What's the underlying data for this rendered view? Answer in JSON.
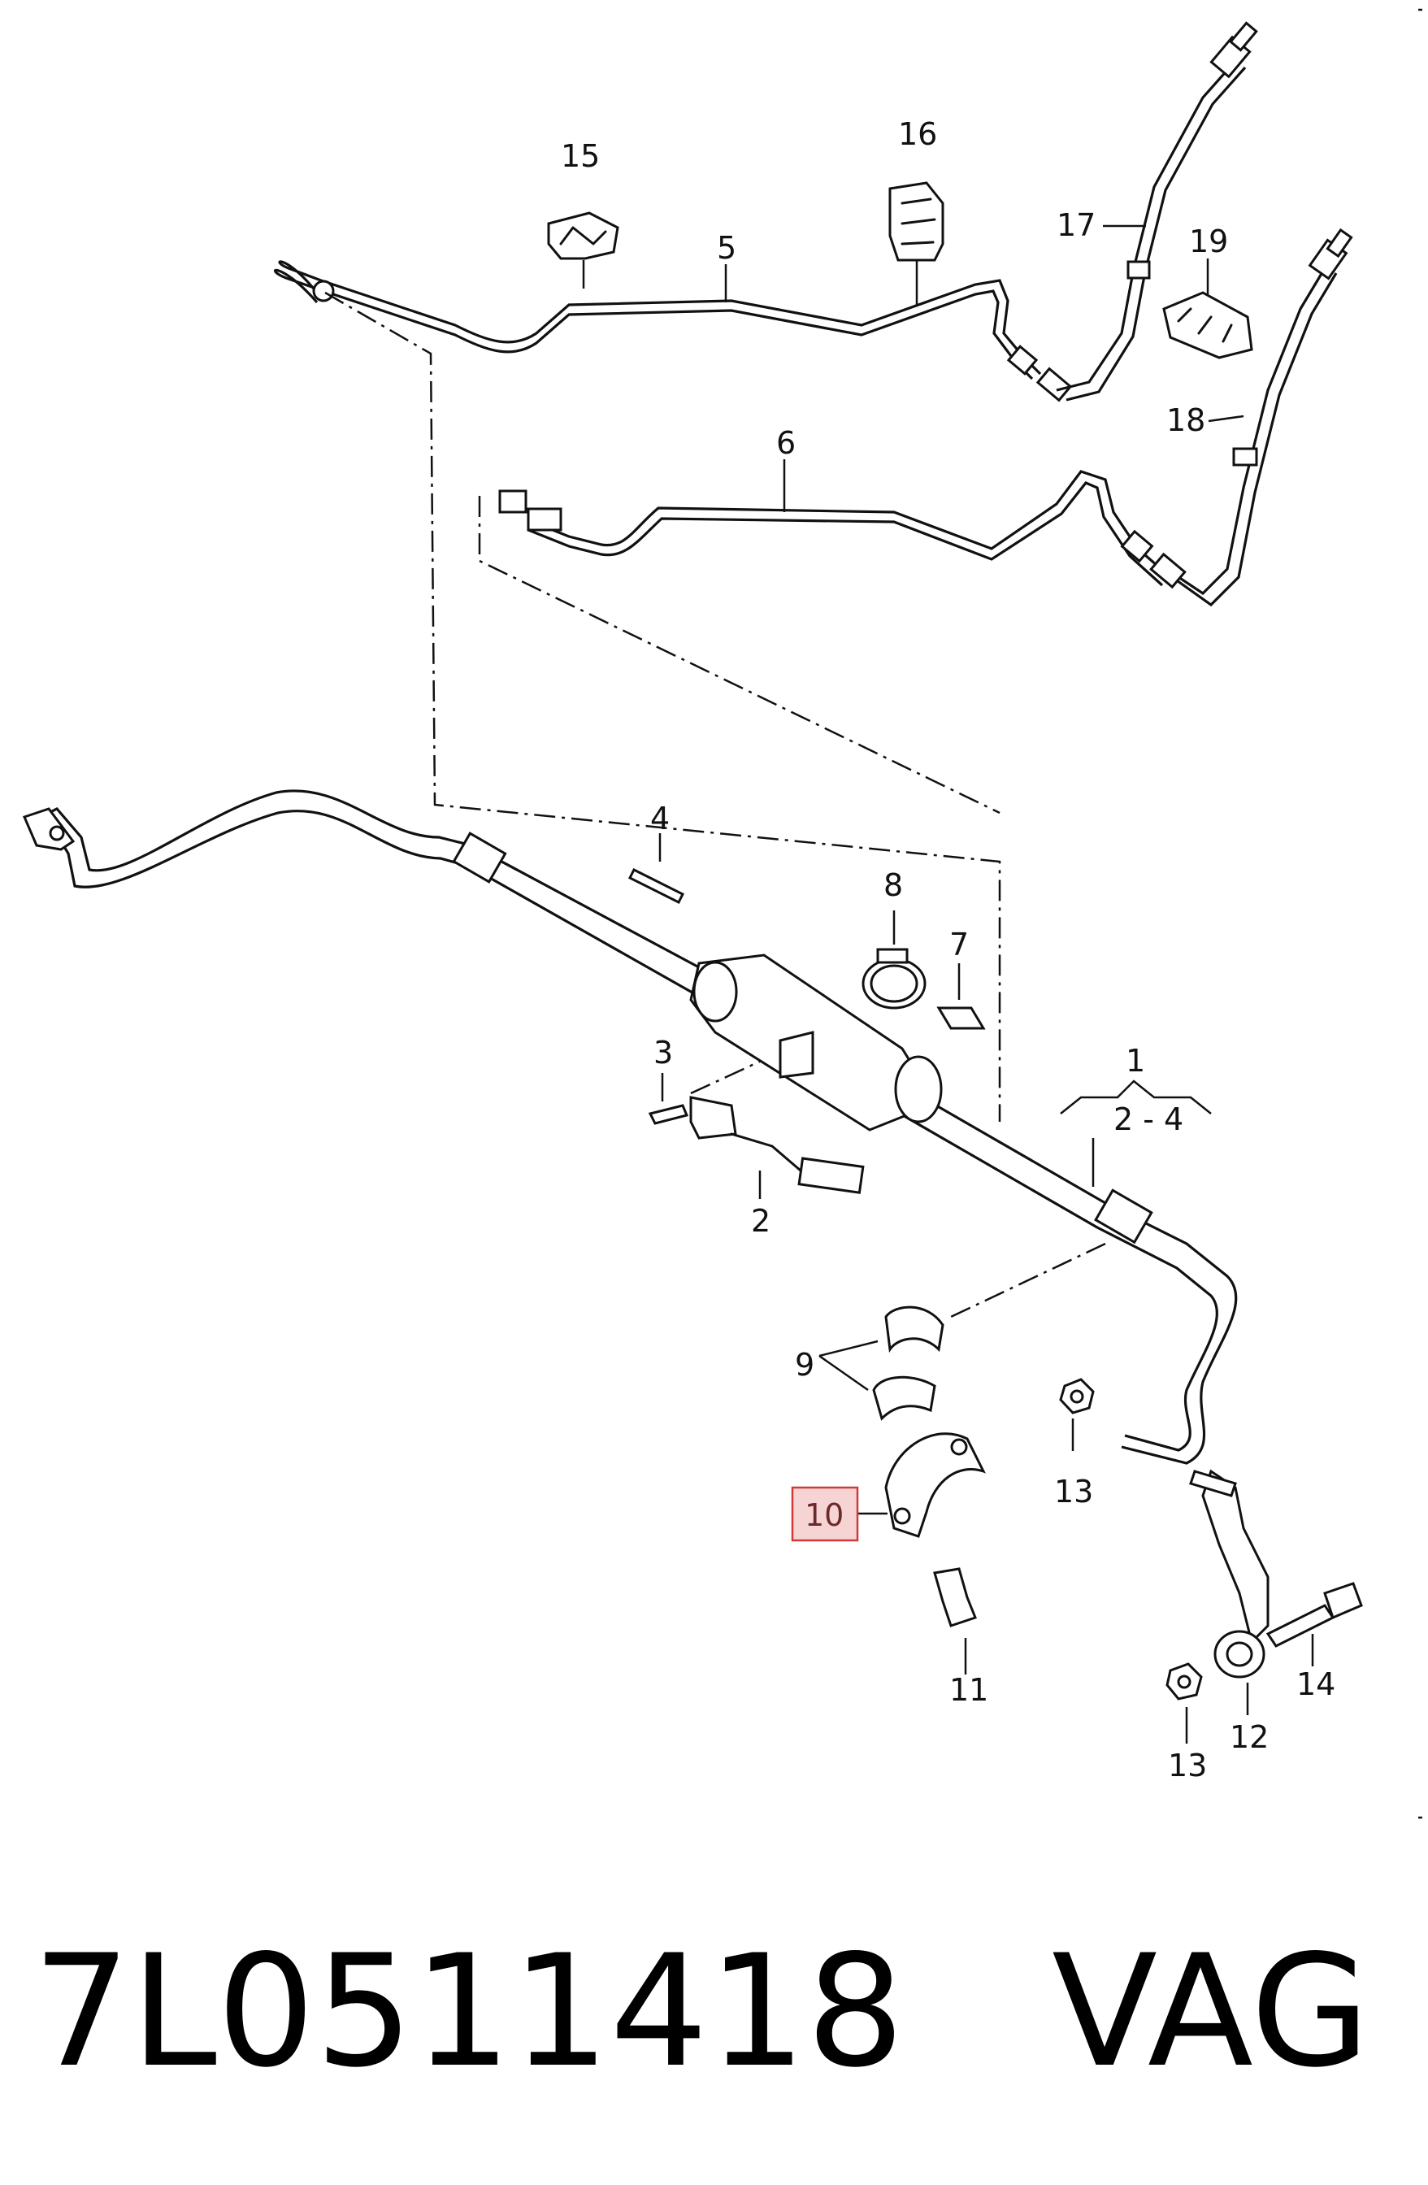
{
  "callouts": {
    "c1": "1",
    "c2_4": "2 - 4",
    "c2": "2",
    "c3": "3",
    "c4": "4",
    "c5": "5",
    "c6": "6",
    "c7": "7",
    "c8": "8",
    "c9": "9",
    "c10": "10",
    "c11": "11",
    "c12": "12",
    "c13a": "13",
    "c13b": "13",
    "c14": "14",
    "c15": "15",
    "c16": "16",
    "c17": "17",
    "c18": "18",
    "c19": "19"
  },
  "highlighted_callout": "10",
  "footer": {
    "part_number": "7L0511418",
    "brand": "VAG"
  }
}
